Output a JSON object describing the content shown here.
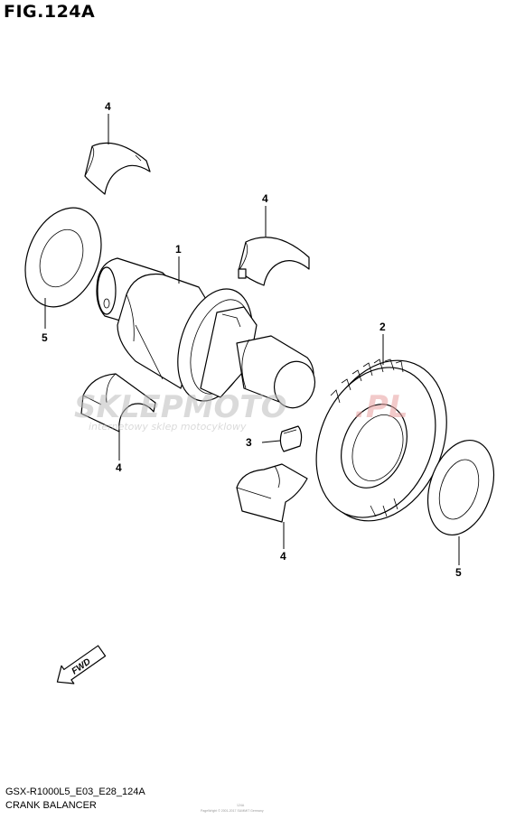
{
  "figure_title": "FIG.124A",
  "part_labels": {
    "crank_balancer_shaft": "1",
    "balancer_drive_gear": "2",
    "key": "3",
    "bearing_top": "4",
    "bearing_upper_mid": "4",
    "bearing_lower_left": "4",
    "bearing_lower_right": "4",
    "washer_left": "5",
    "washer_right": "5"
  },
  "fwd_arrow_label": "FWD",
  "footer": {
    "code": "GSX-R1000L5_E03_E28_124A",
    "section_name": "CRANK BALANCER",
    "page_ref": "124A",
    "copyright": "PageWright © 2001-2017 SUMMIT Germany"
  },
  "watermark": {
    "brand_left": "SKLEPMOTO",
    "brand_right": ".PL",
    "tagline": "internetowy sklep motocyklowy"
  },
  "colors": {
    "line": "#000000",
    "watermark_gray": "#bdbdbd",
    "watermark_red": "#e8a0a0"
  }
}
